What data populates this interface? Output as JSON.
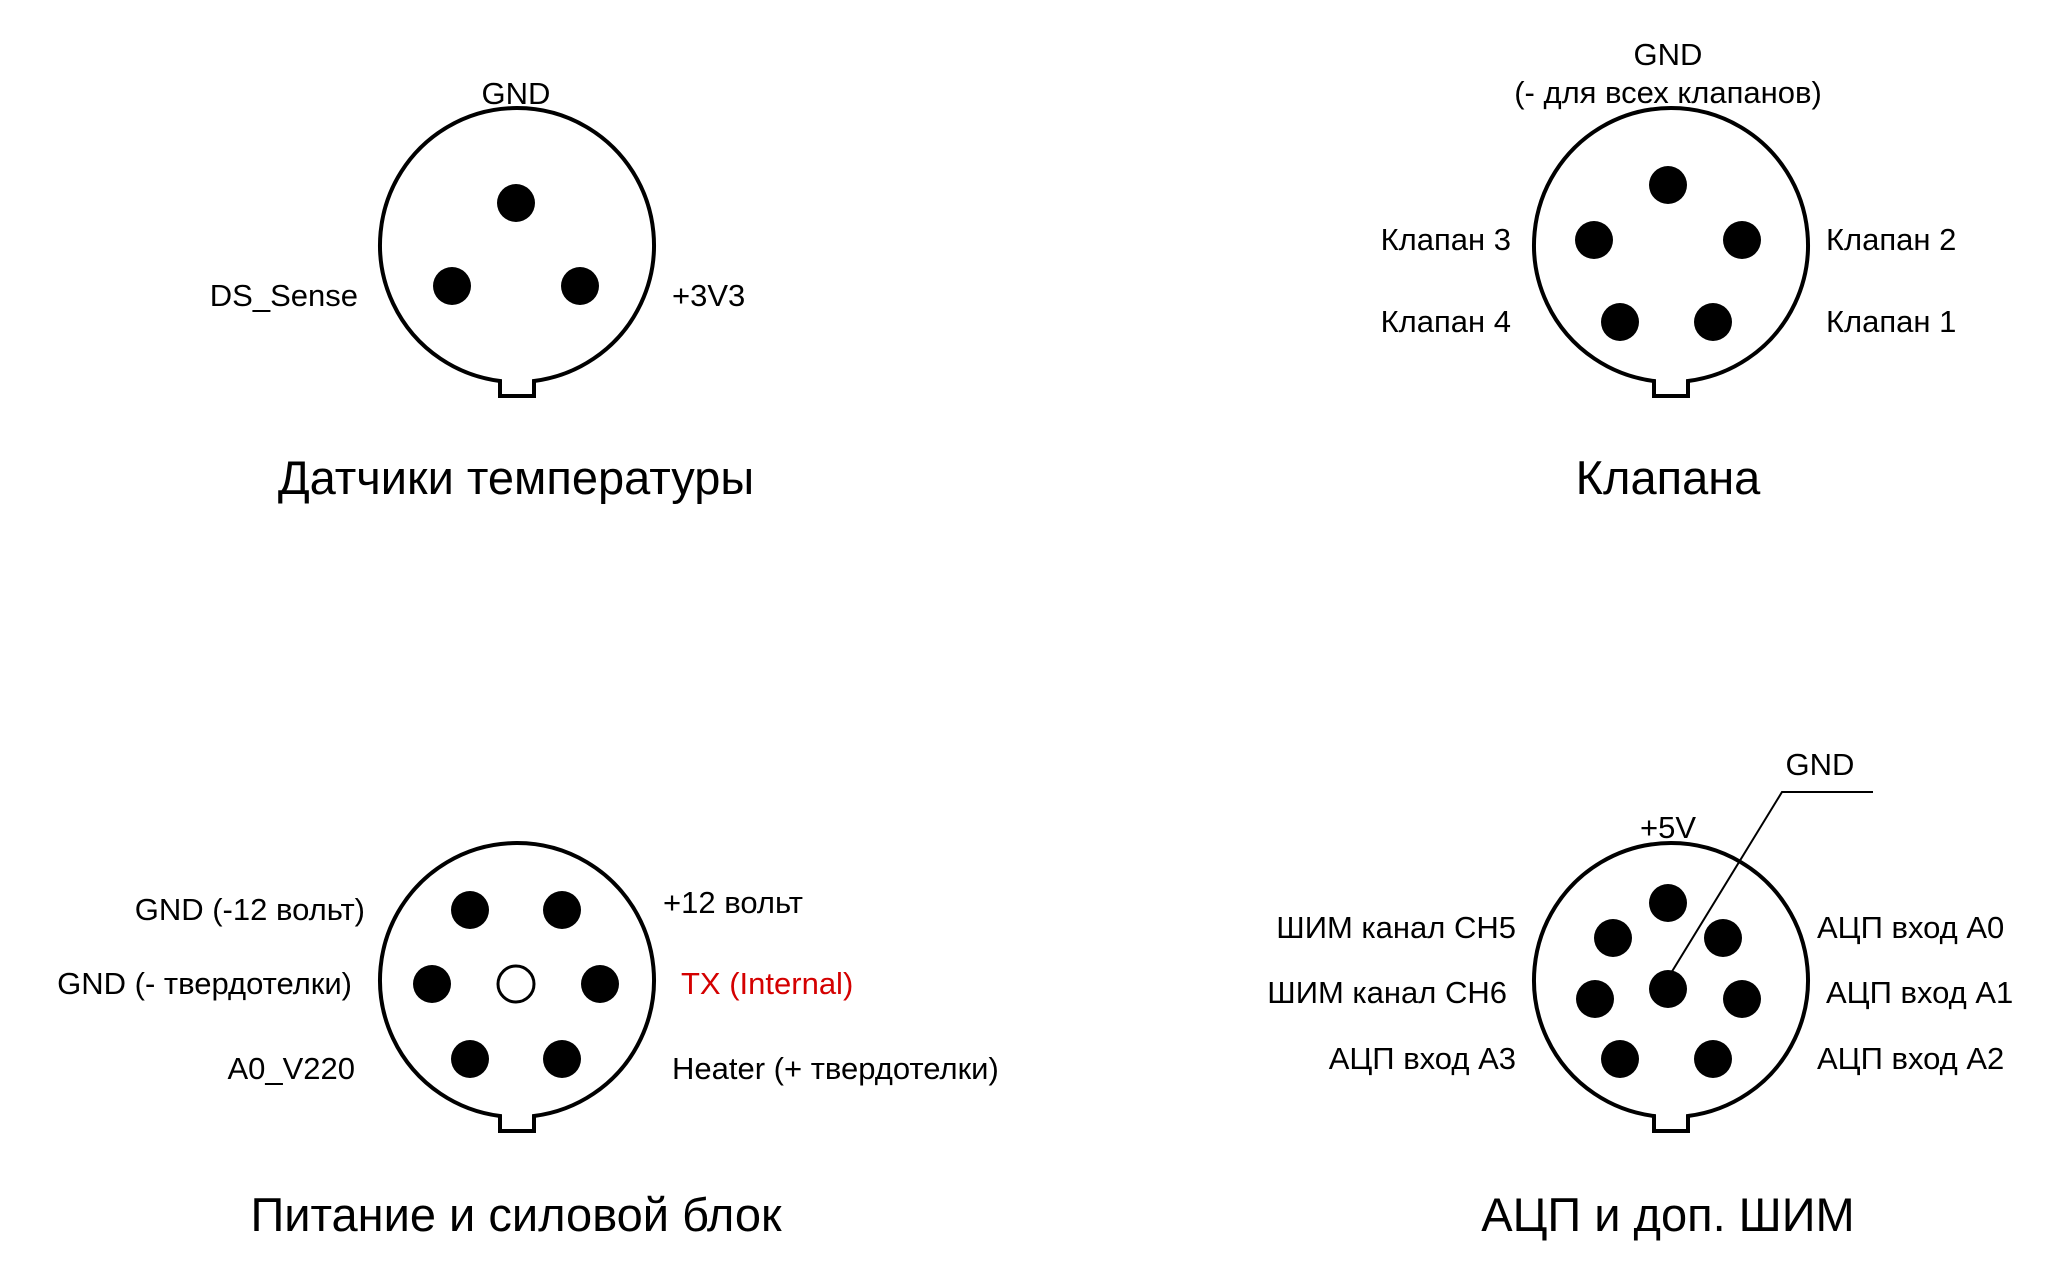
{
  "connectors": [
    {
      "id": "temp",
      "title": "Датчики температуры",
      "labels": {
        "gnd": "GND",
        "left": "DS_Sense",
        "right": "+3V3"
      }
    },
    {
      "id": "valves",
      "title": "Клапана",
      "labels": {
        "gnd_line1": "GND",
        "gnd_line2": "(- для всех клапанов)",
        "upper_left": "Клапан 3",
        "upper_right": "Клапан 2",
        "lower_left": "Клапан 4",
        "lower_right": "Клапан 1"
      }
    },
    {
      "id": "power",
      "title": "Питание и силовой блок",
      "labels": {
        "upper_left": "GND (-12 вольт)",
        "upper_right": "+12 вольт",
        "mid_left": "GND (- твердотелки)",
        "mid_right": "TX (Internal)",
        "lower_left": "A0_V220",
        "lower_right": "Heater (+ твердотелки)"
      }
    },
    {
      "id": "adc",
      "title": "АЦП и доп. ШИМ",
      "labels": {
        "gnd": "GND",
        "top": "+5V",
        "upper_left": "ШИМ канал CH5",
        "upper_right": "АЦП вход A0",
        "mid_left": "ШИМ канал CH6",
        "mid_right": "АЦП вход A1",
        "lower_left": "АЦП вход A3",
        "lower_right": "АЦП вход A2"
      }
    }
  ],
  "colors": {
    "line": "#000000",
    "background": "#ffffff",
    "highlight": "#d40000"
  }
}
